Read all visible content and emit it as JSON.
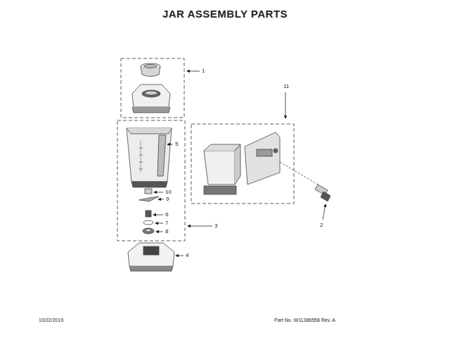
{
  "diagram": {
    "title": "JAR ASSEMBLY PARTS",
    "labels": [
      "1",
      "11",
      "5",
      "10",
      "9",
      "6",
      "7",
      "8",
      "3",
      "2",
      "4",
      "10/22/2019",
      "Part No. W11386558  Rev. A"
    ]
  }
}
